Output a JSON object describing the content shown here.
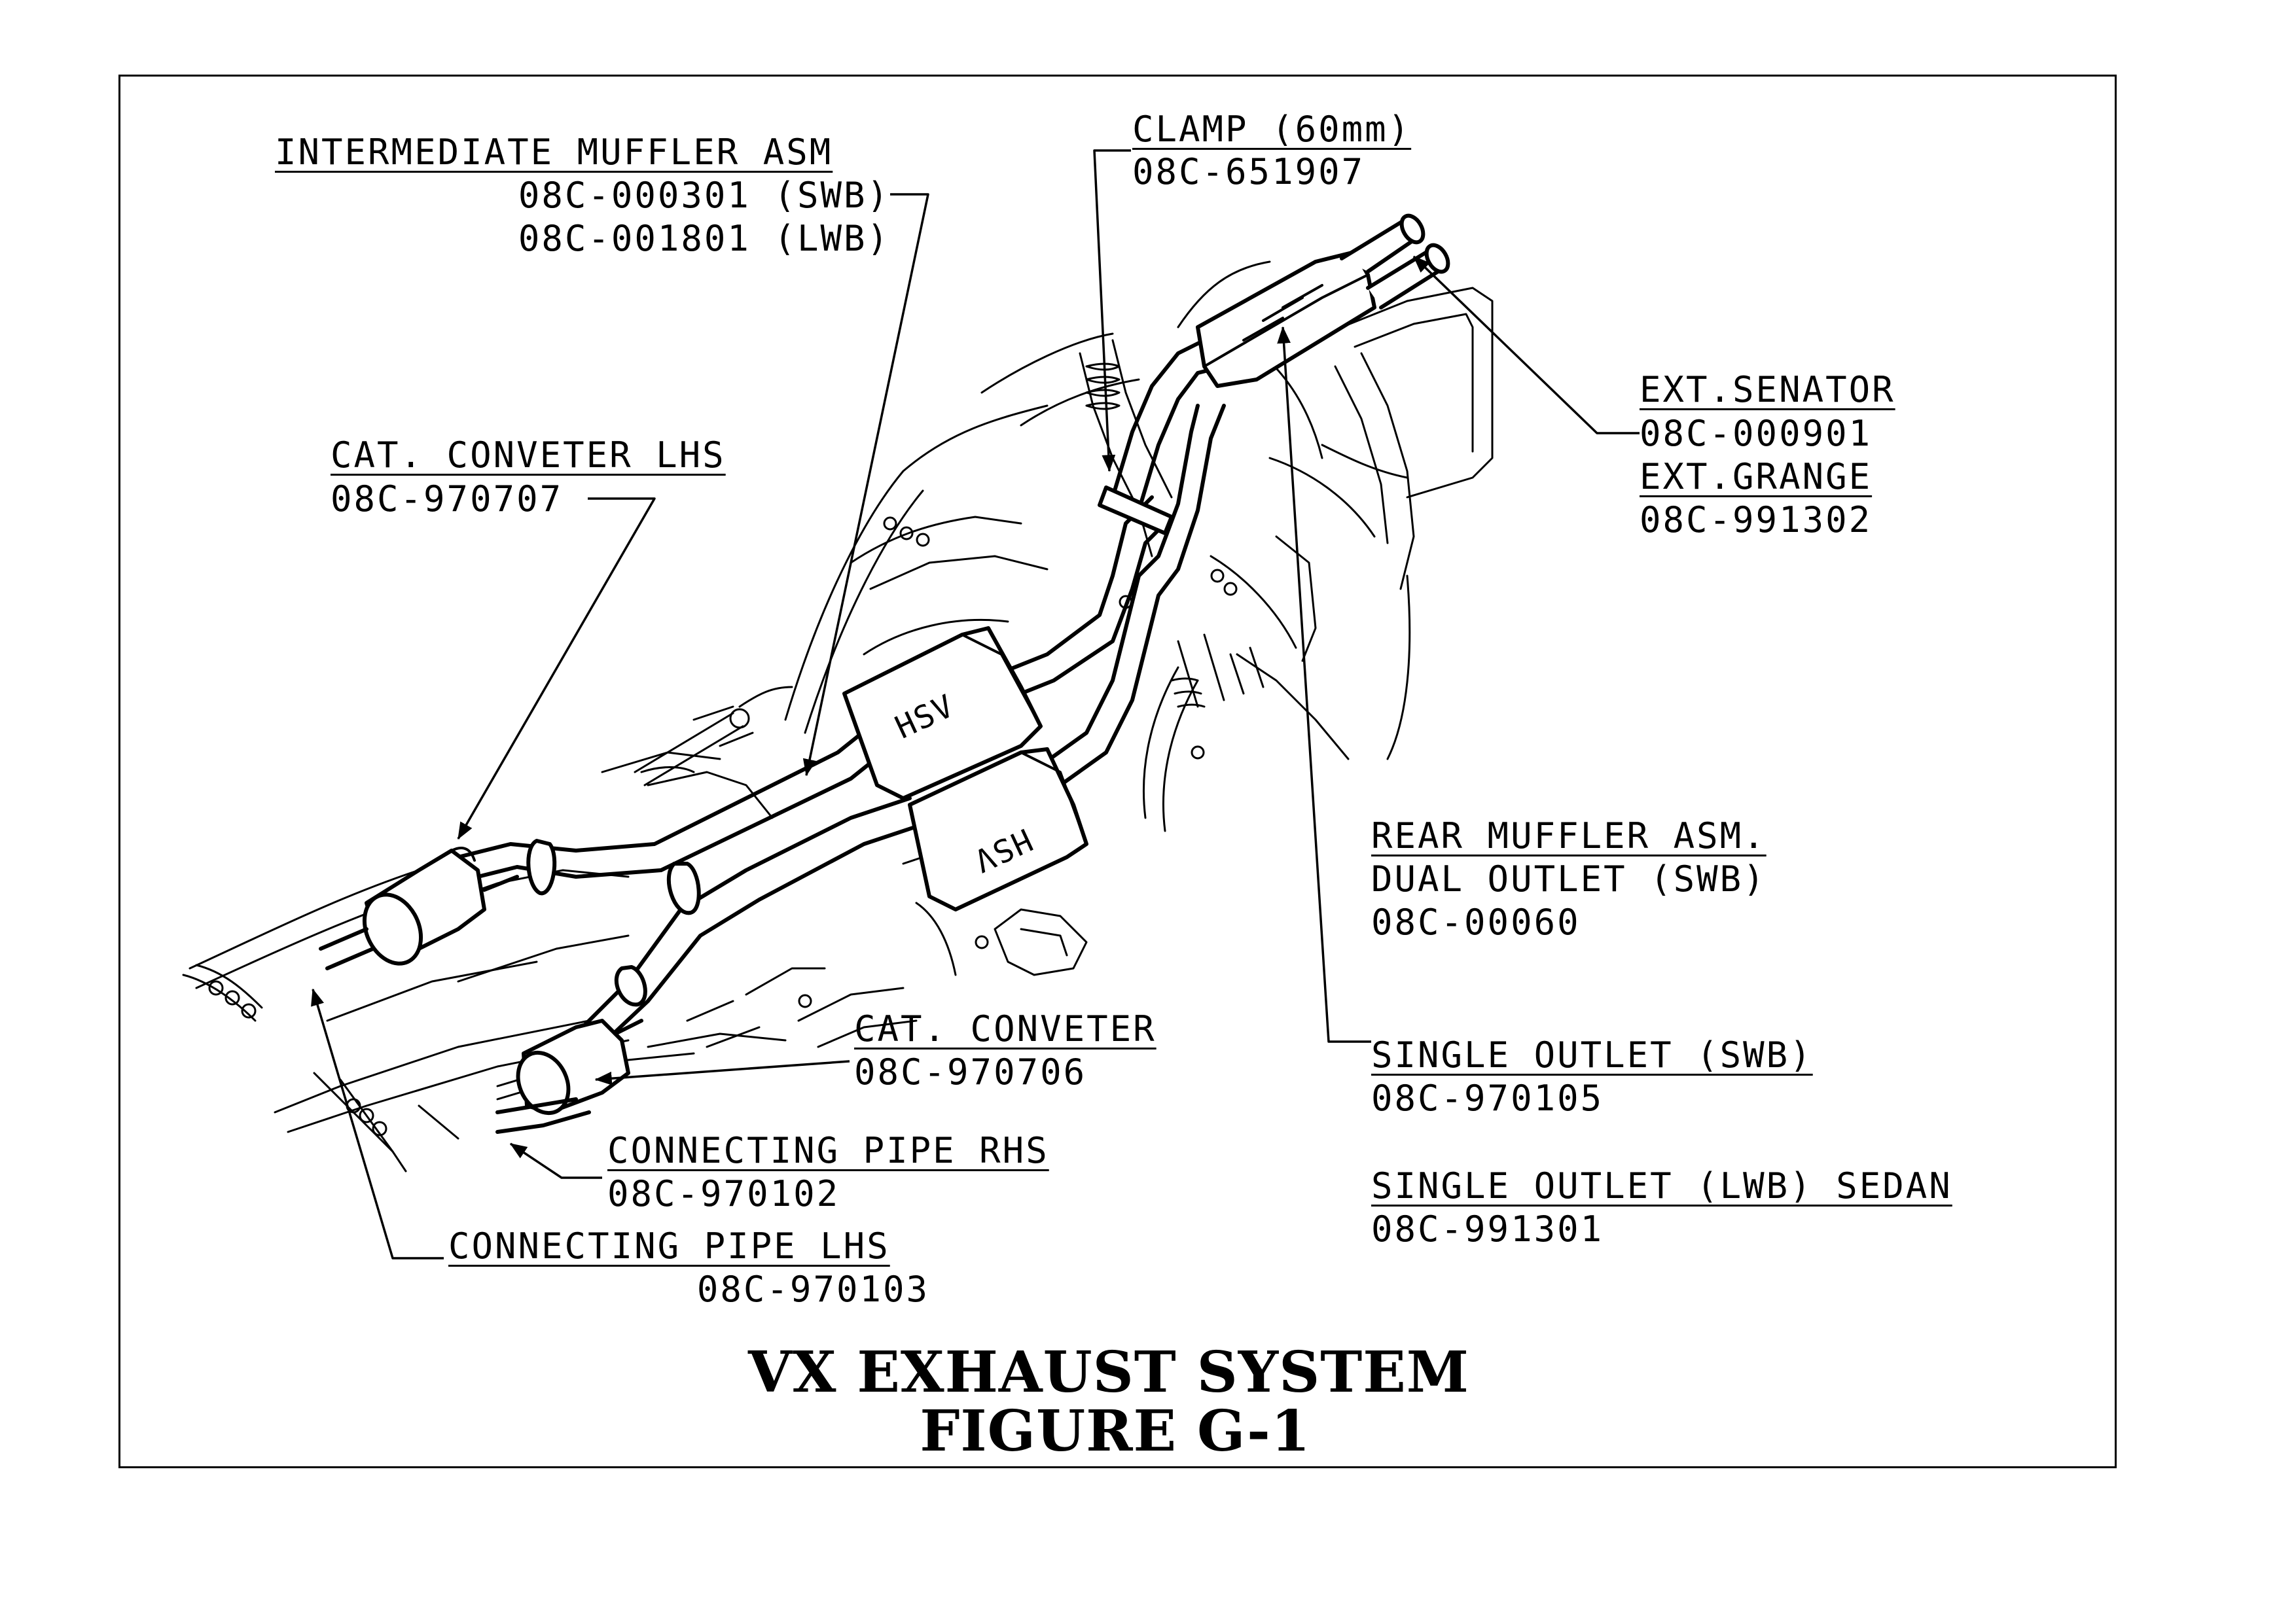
{
  "title": {
    "line1": "VX  EXHAUST SYSTEM",
    "line2": "FIGURE G-1"
  },
  "callouts": {
    "intermediate_muffler": {
      "name": "INTERMEDIATE MUFFLER ASM",
      "part1": "08C-000301 (SWB)",
      "part2": "08C-001801 (LWB)"
    },
    "clamp": {
      "name": "CLAMP (60mm)",
      "part": "08C-651907"
    },
    "cat_lhs": {
      "name": "CAT. CONVETER LHS",
      "part": "08C-970707"
    },
    "ext": {
      "senator": "EXT.SENATOR",
      "senator_part": "08C-000901",
      "grange": "EXT.GRANGE",
      "grange_part": "08C-991302"
    },
    "rear_muffler": {
      "name": "REAR MUFFLER ASM.",
      "dual": "DUAL OUTLET (SWB)",
      "dual_part": "08C-00060"
    },
    "single_swb": {
      "name": "SINGLE OUTLET (SWB)",
      "part": "08C-970105"
    },
    "single_lwb": {
      "name": "SINGLE OUTLET (LWB) SEDAN",
      "part": "08C-991301"
    },
    "cat": {
      "name": "CAT. CONVETER",
      "part": "08C-970706"
    },
    "pipe_rhs": {
      "name": "CONNECTING PIPE RHS",
      "part": "08C-970102"
    },
    "pipe_lhs": {
      "name": "CONNECTING PIPE LHS",
      "part": "08C-970103"
    }
  },
  "muffler_badges": {
    "upper": "HSV",
    "lower": "HSV"
  }
}
